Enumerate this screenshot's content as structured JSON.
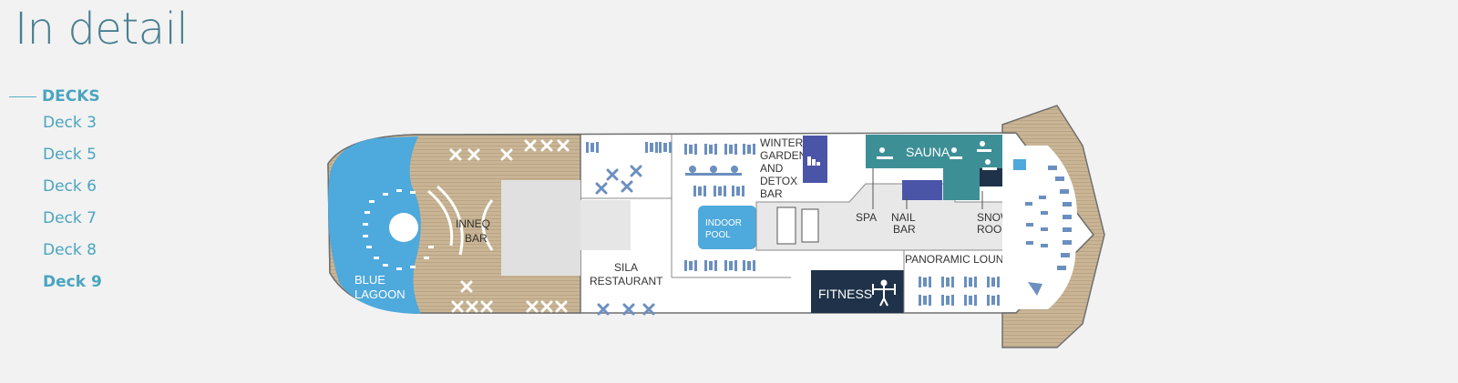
{
  "page": {
    "title": "In detail"
  },
  "nav": {
    "heading": "DECKS",
    "decks": [
      "Deck 3",
      "Deck 5",
      "Deck 6",
      "Deck 7",
      "Deck 8",
      "Deck 9"
    ],
    "active": "Deck 9"
  },
  "deckplan": {
    "labels": {
      "blue_lagoon": [
        "BLUE",
        "LAGOON"
      ],
      "inneq_bar": [
        "INNEQ",
        "BAR"
      ],
      "sila_restaurant": [
        "SILA",
        "RESTAURANT"
      ],
      "winter_garden": [
        "WINTER",
        "GARDEN",
        "AND",
        "DETOX",
        "BAR"
      ],
      "indoor_pool": [
        "INDOOR",
        "POOL"
      ],
      "sauna": "SAUNA",
      "spa": "SPA",
      "nail_bar": [
        "NAIL",
        "BAR"
      ],
      "snow_room": [
        "SNOW",
        "ROOM"
      ],
      "panoramic_lounge": "PANORAMIC LOUNGE",
      "fitness": "FITNESS"
    },
    "colors": {
      "deck_wood": "#c9b595",
      "water": "#4ea9dc",
      "teal": "#3d8f96",
      "navy": "#1f3249",
      "purple": "#4a55a8",
      "furniture": "#6b8fbf",
      "hull_line": "#6f6f6f"
    }
  }
}
